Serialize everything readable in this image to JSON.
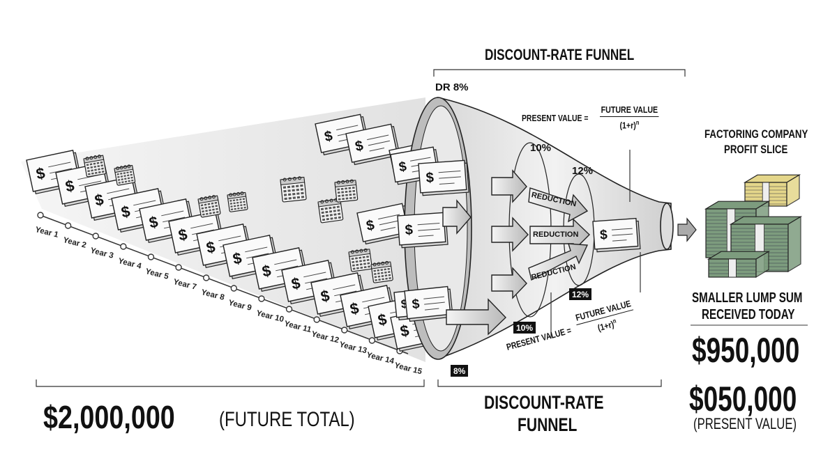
{
  "top_title": "DISCOUNT-RATE FUNNEL",
  "bottom_title_line1": "DISCOUNT-RATE",
  "bottom_title_line2": "FUNNEL",
  "dr_label": "DR 8%",
  "funnel_rates": [
    "10%",
    "12%"
  ],
  "rate_tags": [
    "8%",
    "10%",
    "12%"
  ],
  "formula": {
    "lhs": "PRESENT VALUE =",
    "numerator": "FUTURE VALUE",
    "denominator": "(1+r)",
    "exponent": "n"
  },
  "reduction_label": "REDUCTION",
  "years": [
    "Year 1",
    "Year 2",
    "Year 3",
    "Year 4",
    "Year 5",
    "Year 7",
    "Year 8",
    "Year 9",
    "Year 10",
    "Year 11",
    "Year 12",
    "Year 13",
    "Year 14",
    "Year 15"
  ],
  "check_symbol": "$",
  "future_total_amount": "$2,000,000",
  "future_total_label": "(FUTURE TOTAL)",
  "profit_label_line1": "FACTORING COMPANY",
  "profit_label_line2": "PROFIT SLICE",
  "lump_label_line1": "SMALLER LUMP SUM",
  "lump_label_line2": "RECEIVED TODAY",
  "lump_amount": "$950,000",
  "pv_amount": "$050,000",
  "pv_label": "(PRESENT VALUE)",
  "colors": {
    "ink": "#111111",
    "funnel_fill": "#e8e8e8",
    "cash_green": "#7d9c7e",
    "gold": "#e4d68a"
  }
}
